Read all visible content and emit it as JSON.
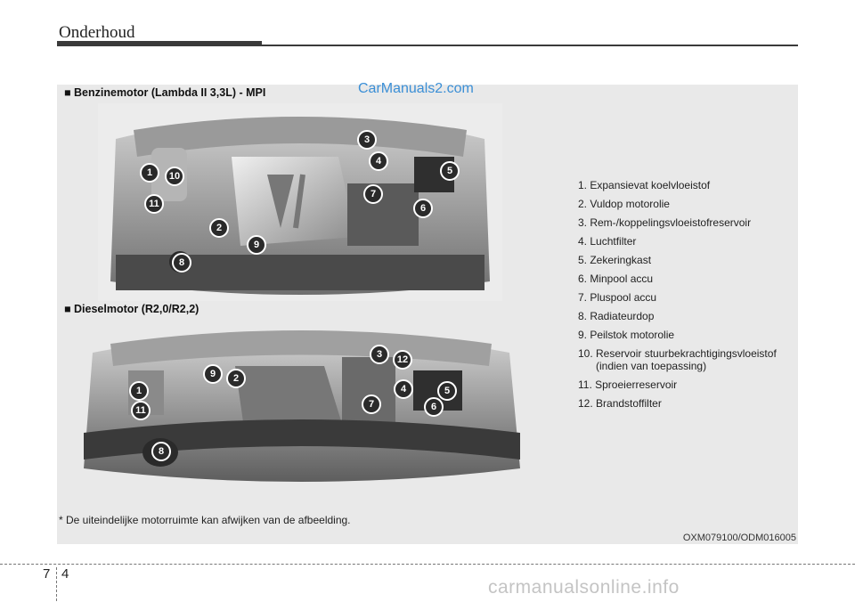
{
  "header": {
    "title": "Onderhoud"
  },
  "watermark": "CarManuals2.com",
  "petrol_section": {
    "heading": "■ Benzinemotor (Lambda II 3,3L) - MPI"
  },
  "diesel_section": {
    "heading": "■ Dieselmotor  (R2,0/R2,2)"
  },
  "petrol_callouts": [
    "1",
    "10",
    "11",
    "2",
    "9",
    "8",
    "3",
    "4",
    "5",
    "7",
    "6"
  ],
  "diesel_callouts": [
    "1",
    "11",
    "8",
    "9",
    "2",
    "3",
    "12",
    "4",
    "5",
    "7",
    "6"
  ],
  "legend": [
    {
      "text": "1. Expansievat koelvloeistof"
    },
    {
      "text": "2. Vuldop motorolie"
    },
    {
      "text": "3. Rem-/koppelingsvloeistofreservoir"
    },
    {
      "text": "4. Luchtfilter"
    },
    {
      "text": "5. Zekeringkast"
    },
    {
      "text": "6. Minpool accu"
    },
    {
      "text": "7. Pluspool accu"
    },
    {
      "text": "8. Radiateurdop"
    },
    {
      "text": "9. Peilstok motorolie"
    },
    {
      "text": "10. Reservoir stuurbekrachtigingsvloeistof",
      "sub": "(indien van toepassing)"
    },
    {
      "text": "11. Sproeierreservoir"
    },
    {
      "text": "12. Brandstoffilter"
    }
  ],
  "footnote": "* De uiteindelijke motorruimte kan afwijken van de afbeelding.",
  "reference_code": "OXM079100/ODM016005",
  "footer": {
    "chapter": "7",
    "page": "4",
    "watermark": "carmanualsonline.info"
  }
}
